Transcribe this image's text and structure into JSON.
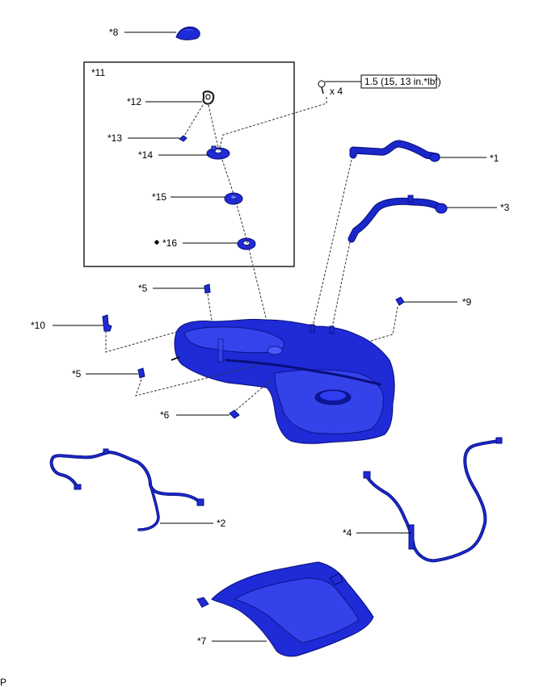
{
  "callouts": {
    "c1": "*1",
    "c2": "*2",
    "c3": "*3",
    "c4": "*4",
    "c5a": "*5",
    "c5b": "*5",
    "c6": "*6",
    "c7": "*7",
    "c8": "*8",
    "c9": "*9",
    "c10": "*10",
    "c11": "*11",
    "c12": "*12",
    "c13": "*13",
    "c14": "*14",
    "c15": "*15",
    "c16": "*16"
  },
  "torque": {
    "value": "1.5 (15, 13 in.*lbf)",
    "qty": "x 4"
  },
  "corner_mark": "P",
  "colors": {
    "part_blue": "#1e2bd6",
    "part_outline": "#0a0f7a"
  }
}
